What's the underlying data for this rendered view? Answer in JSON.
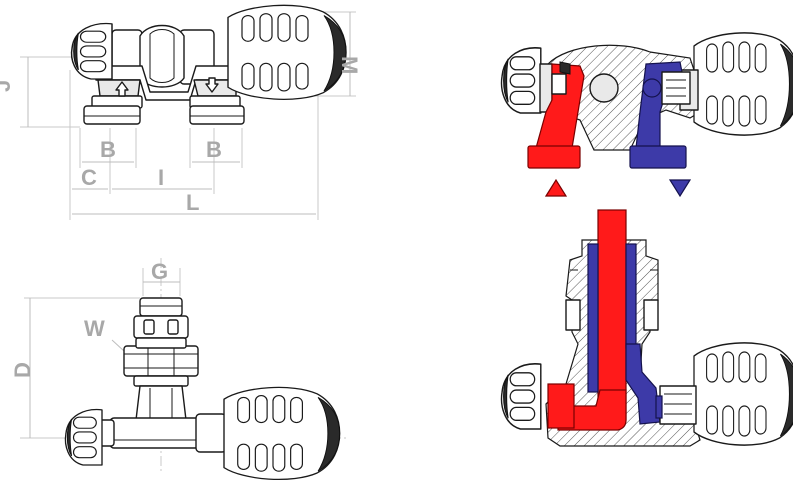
{
  "dimensions": {
    "M": "M",
    "J": "J",
    "B_left": "B",
    "B_right": "B",
    "C": "C",
    "I": "I",
    "L": "L",
    "G": "G",
    "W": "W",
    "D": "D"
  },
  "colors": {
    "supply": "#ff1a1a",
    "return": "#3d3aa8",
    "dimension": "#a8a8a8"
  },
  "flow_markers": {
    "supply_marker": "up-triangle",
    "return_marker": "down-triangle"
  }
}
